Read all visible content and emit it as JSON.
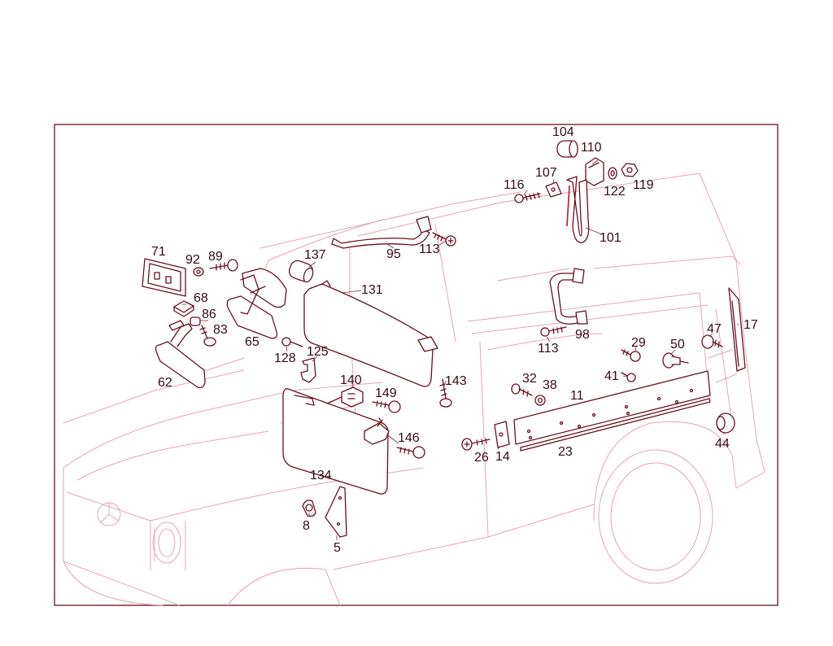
{
  "colors": {
    "frame": "#6b0f1f",
    "ghost_lines": "#e2a6b2",
    "parts": "#6b0f1f",
    "accent": "#c0142c"
  },
  "callouts": {
    "c104": "104",
    "c110": "110",
    "c107": "107",
    "c116": "116",
    "c122": "122",
    "c119": "119",
    "c101": "101",
    "c95": "95",
    "c113a": "113",
    "c137": "137",
    "c131": "131",
    "c71": "71",
    "c92": "92",
    "c89": "89",
    "c68": "68",
    "c86": "86",
    "c83": "83",
    "c65": "65",
    "c62": "62",
    "c128": "128",
    "c125": "125",
    "c140": "140",
    "c149": "149",
    "c143": "143",
    "c146": "146",
    "c134": "134",
    "c8": "8",
    "c5": "5",
    "c113b": "113",
    "c98": "98",
    "c29": "29",
    "c50": "50",
    "c47": "47",
    "c17": "17",
    "c41": "41",
    "c32": "32",
    "c38": "38",
    "c11": "11",
    "c26": "26",
    "c14": "14",
    "c23": "23",
    "c44": "44"
  }
}
